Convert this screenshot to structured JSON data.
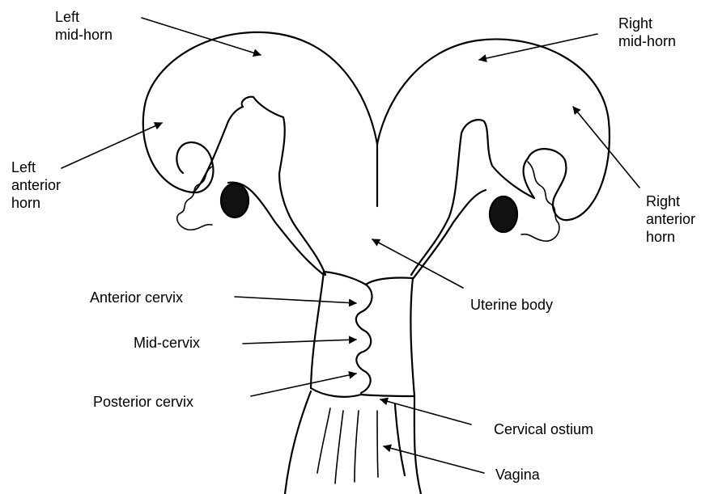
{
  "labels": {
    "left_mid_horn": "Left\nmid-horn",
    "right_mid_horn": "Right\nmid-horn",
    "left_anterior_horn": "Left\nanterior\nhorn",
    "right_anterior_horn": "Right\nanterior\nhorn",
    "uterine_body": "Uterine body",
    "anterior_cervix": "Anterior cervix",
    "mid_cervix": "Mid-cervix",
    "posterior_cervix": "Posterior cervix",
    "cervical_ostium": "Cervical ostium",
    "vagina": "Vagina"
  },
  "colors": {
    "ink": "#000000",
    "background": "#ffffff"
  }
}
